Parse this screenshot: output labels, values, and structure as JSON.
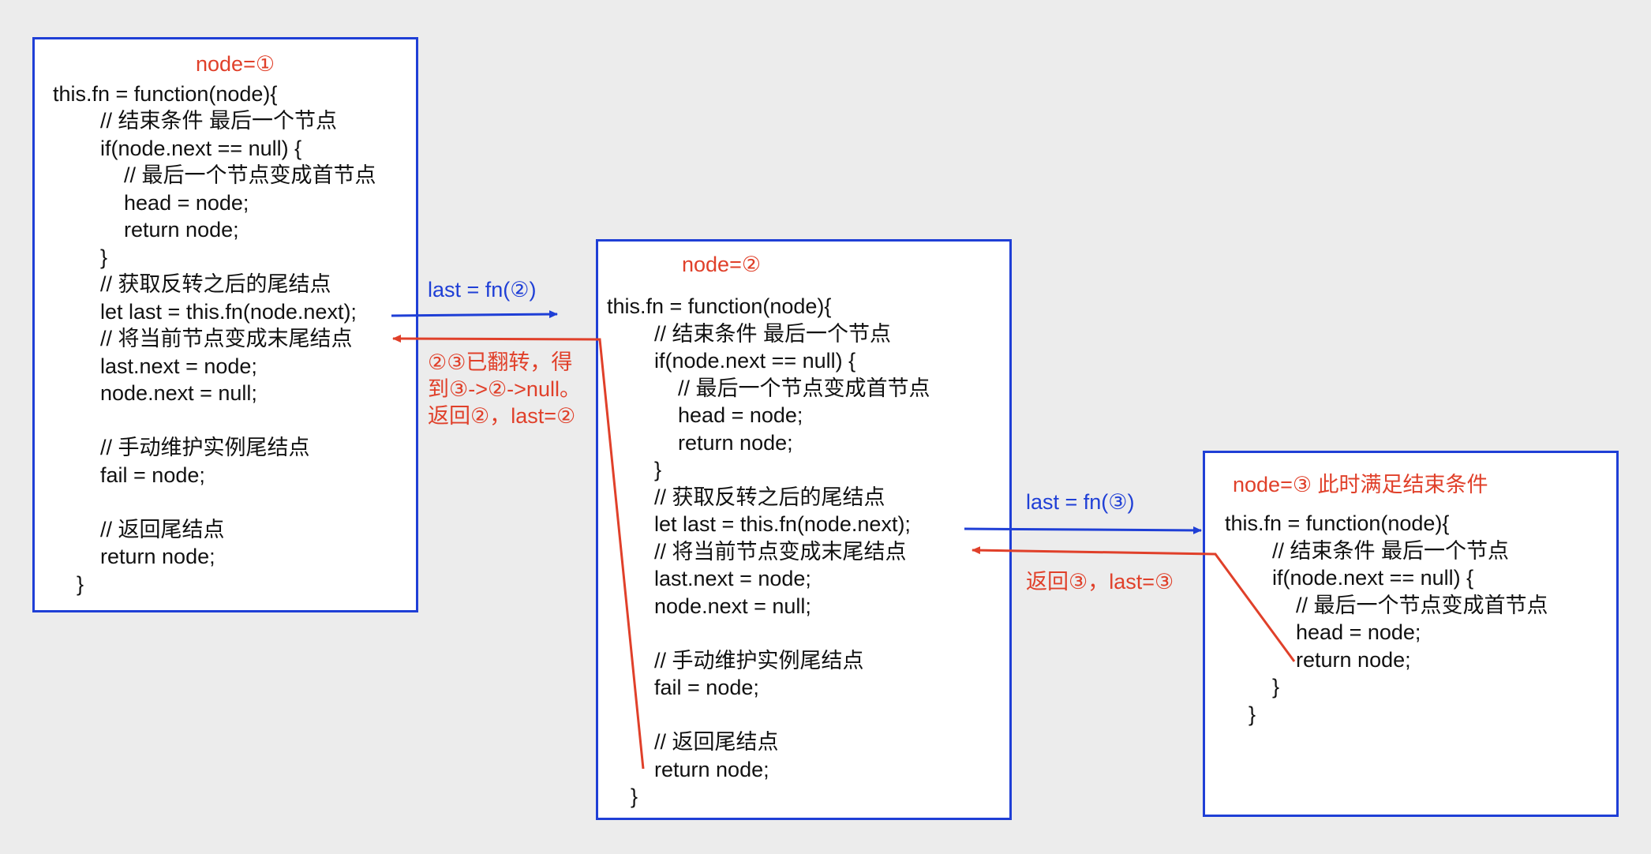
{
  "boxes": [
    {
      "title": "node=①",
      "lines": [
        "this.fn = function(node){",
        "        // 结束条件 最后一个节点",
        "        if(node.next == null) {",
        "            // 最后一个节点变成首节点",
        "            head = node;",
        "            return node;",
        "        }",
        "        // 获取反转之后的尾结点",
        "        let last = this.fn(node.next);",
        "        // 将当前节点变成末尾结点",
        "        last.next = node;",
        "        node.next = null;",
        "",
        "        // 手动维护实例尾结点",
        "        fail = node;",
        "",
        "        // 返回尾结点",
        "        return node;",
        "    }"
      ]
    },
    {
      "title": "node=②",
      "lines": [
        "this.fn = function(node){",
        "        // 结束条件 最后一个节点",
        "        if(node.next == null) {",
        "            // 最后一个节点变成首节点",
        "            head = node;",
        "            return node;",
        "        }",
        "        // 获取反转之后的尾结点",
        "        let last = this.fn(node.next);",
        "        // 将当前节点变成末尾结点",
        "        last.next = node;",
        "        node.next = null;",
        "",
        "        // 手动维护实例尾结点",
        "        fail = node;",
        "",
        "        // 返回尾结点",
        "        return node;",
        "    }"
      ]
    },
    {
      "title": "node=③ 此时满足结束条件",
      "lines": [
        "this.fn = function(node){",
        "        // 结束条件 最后一个节点",
        "        if(node.next == null) {",
        "            // 最后一个节点变成首节点",
        "            head = node;",
        "            return node;",
        "        }",
        "    }"
      ]
    }
  ],
  "labels": {
    "call_2": "last = fn(②)",
    "call_3": "last = fn(③)",
    "return_2_lines": [
      "②③已翻转，得",
      "到③->②->null。",
      "返回②，last=②"
    ],
    "return_3": "返回③，last=③"
  },
  "colors": {
    "box_border": "#1f3fd6",
    "call_arrow": "#1f3fd6",
    "return_arrow": "#e0402a"
  }
}
